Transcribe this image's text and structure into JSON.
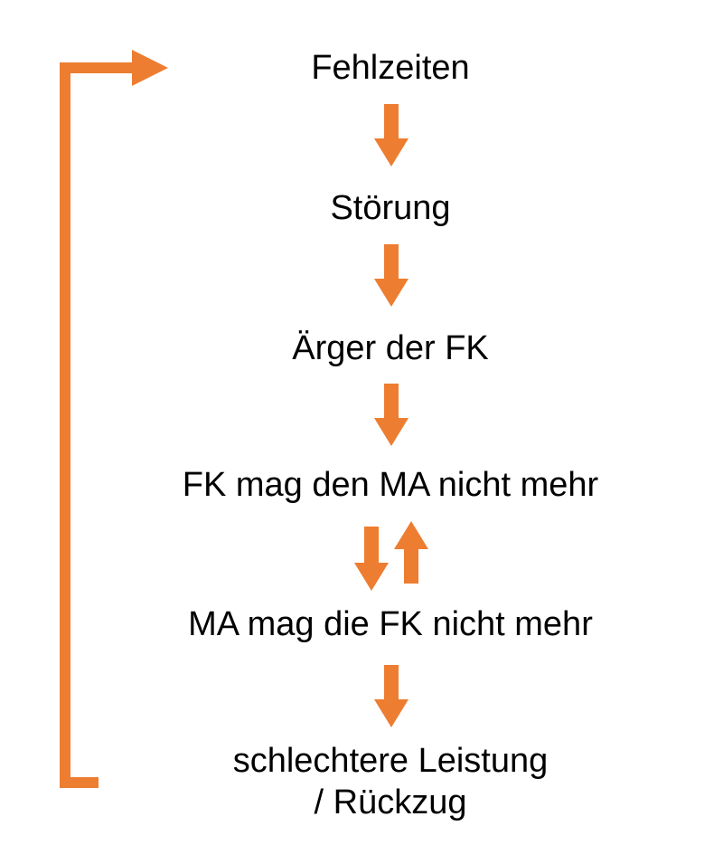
{
  "colors": {
    "accent": "#ED7D31",
    "text": "#000000",
    "background": "#FFFFFF"
  },
  "nodes": [
    {
      "id": "fehlzeiten",
      "label": "Fehlzeiten"
    },
    {
      "id": "stoerung",
      "label": "Störung"
    },
    {
      "id": "aerger",
      "label": "Ärger der FK"
    },
    {
      "id": "fk-mag-ma-nicht",
      "label": "FK mag den MA nicht mehr"
    },
    {
      "id": "ma-mag-fk-nicht",
      "label": "MA mag die FK nicht mehr"
    },
    {
      "id": "leistung",
      "label": "schlechtere Leistung",
      "label_line2": "/ Rückzug"
    }
  ],
  "links": [
    {
      "from": "fehlzeiten",
      "to": "stoerung",
      "direction": "down"
    },
    {
      "from": "stoerung",
      "to": "aerger",
      "direction": "down"
    },
    {
      "from": "aerger",
      "to": "fk-mag-ma-nicht",
      "direction": "down"
    },
    {
      "from": "fk-mag-ma-nicht",
      "to": "ma-mag-fk-nicht",
      "direction": "bidirectional"
    },
    {
      "from": "ma-mag-fk-nicht",
      "to": "leistung",
      "direction": "down"
    },
    {
      "from": "leistung",
      "to": "fehlzeiten",
      "direction": "feedback-loop"
    }
  ]
}
